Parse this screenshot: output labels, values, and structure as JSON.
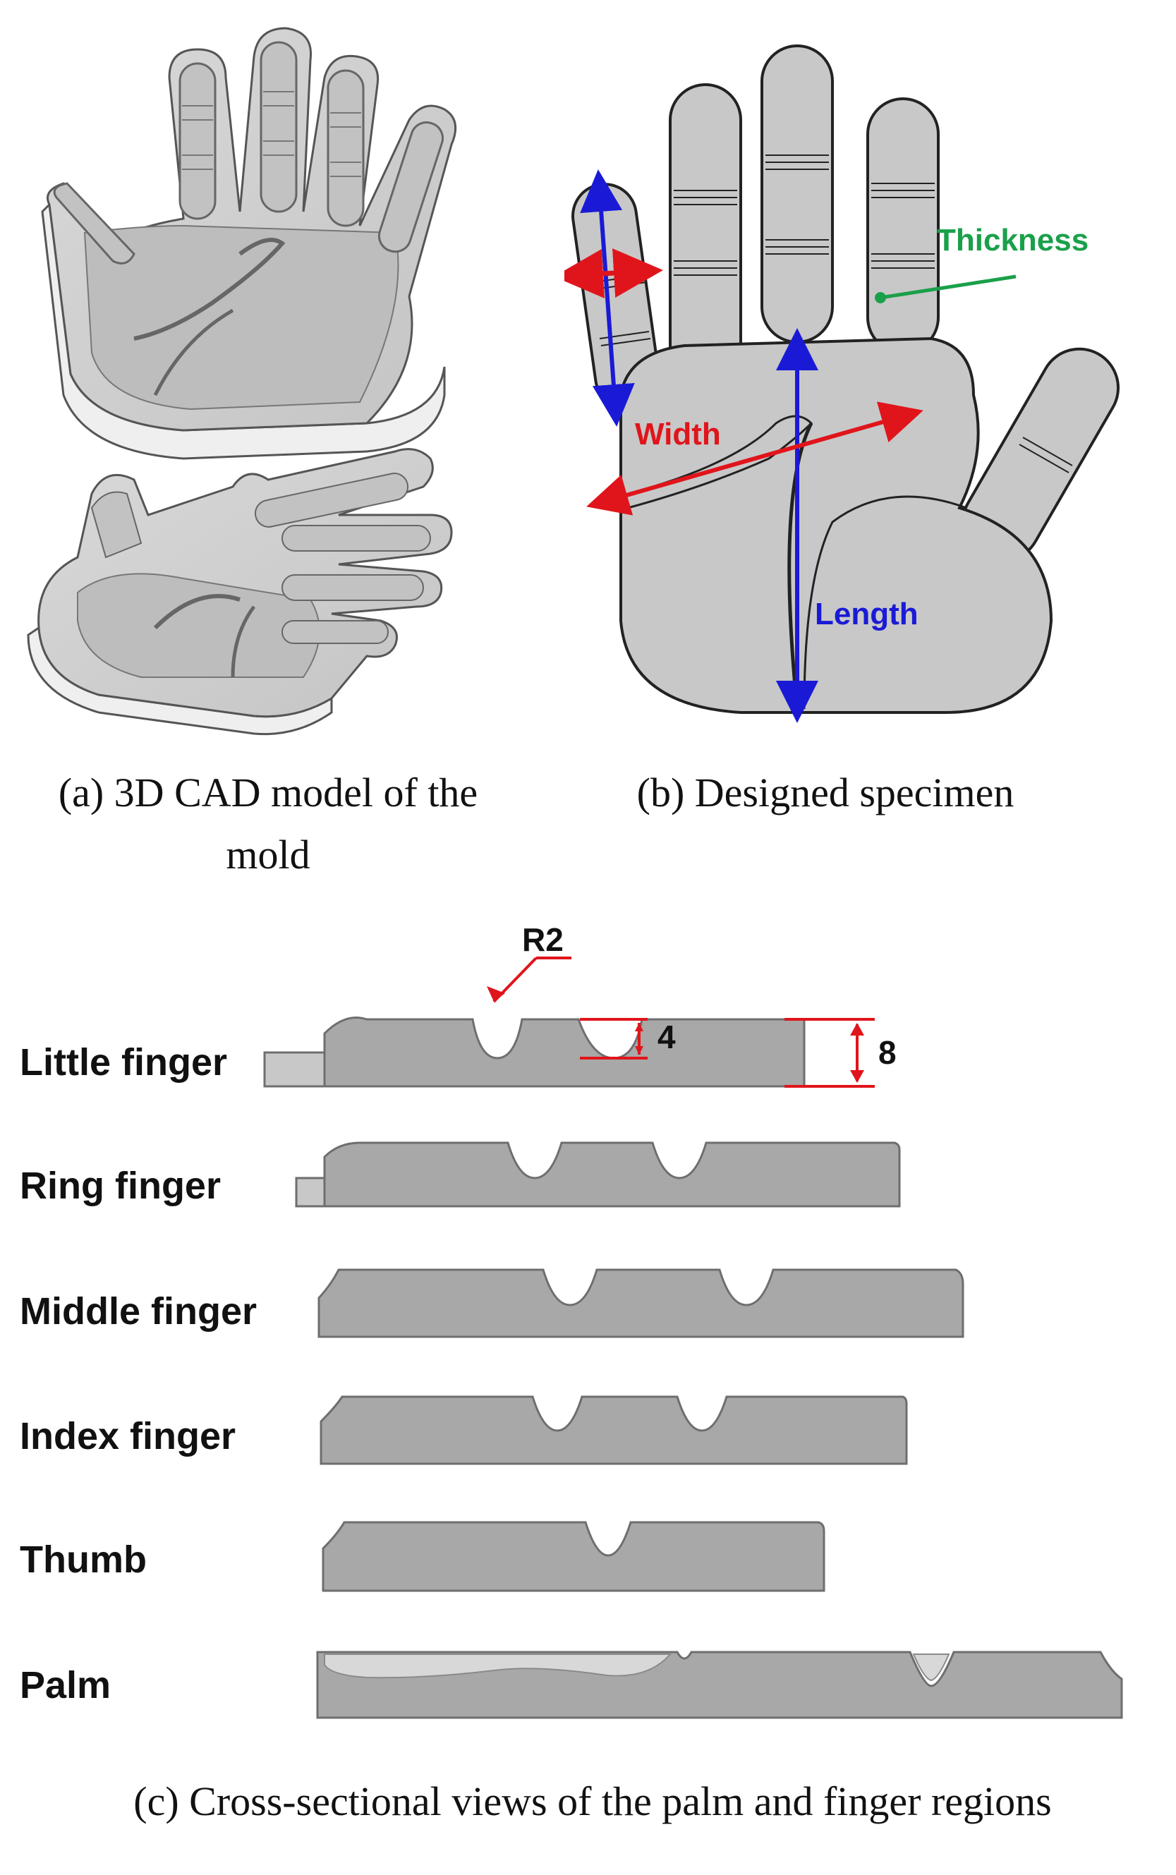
{
  "panel_a": {
    "caption_line1": "(a) 3D CAD model of the",
    "caption_line2": "mold"
  },
  "panel_b": {
    "caption": "(b) Designed specimen",
    "labels": {
      "thickness": "Thickness",
      "width": "Width",
      "length": "Length"
    }
  },
  "panel_c": {
    "caption": "(c) Cross-sectional views of the palm and finger regions",
    "dimensions": {
      "radius": "R2",
      "groove_depth": "4",
      "thickness": "8"
    },
    "rows": [
      {
        "label": "Little finger"
      },
      {
        "label": "Ring finger"
      },
      {
        "label": "Middle finger"
      },
      {
        "label": "Index finger"
      },
      {
        "label": "Thumb"
      },
      {
        "label": "Palm"
      }
    ]
  },
  "colors": {
    "section_fill": "#a8a8a8",
    "section_stroke": "#6e6e6e",
    "width_arrow": "#e0151b",
    "length_arrow": "#1a1ad6",
    "thickness_label": "#1aa04a",
    "dimension": "#e0151b"
  }
}
